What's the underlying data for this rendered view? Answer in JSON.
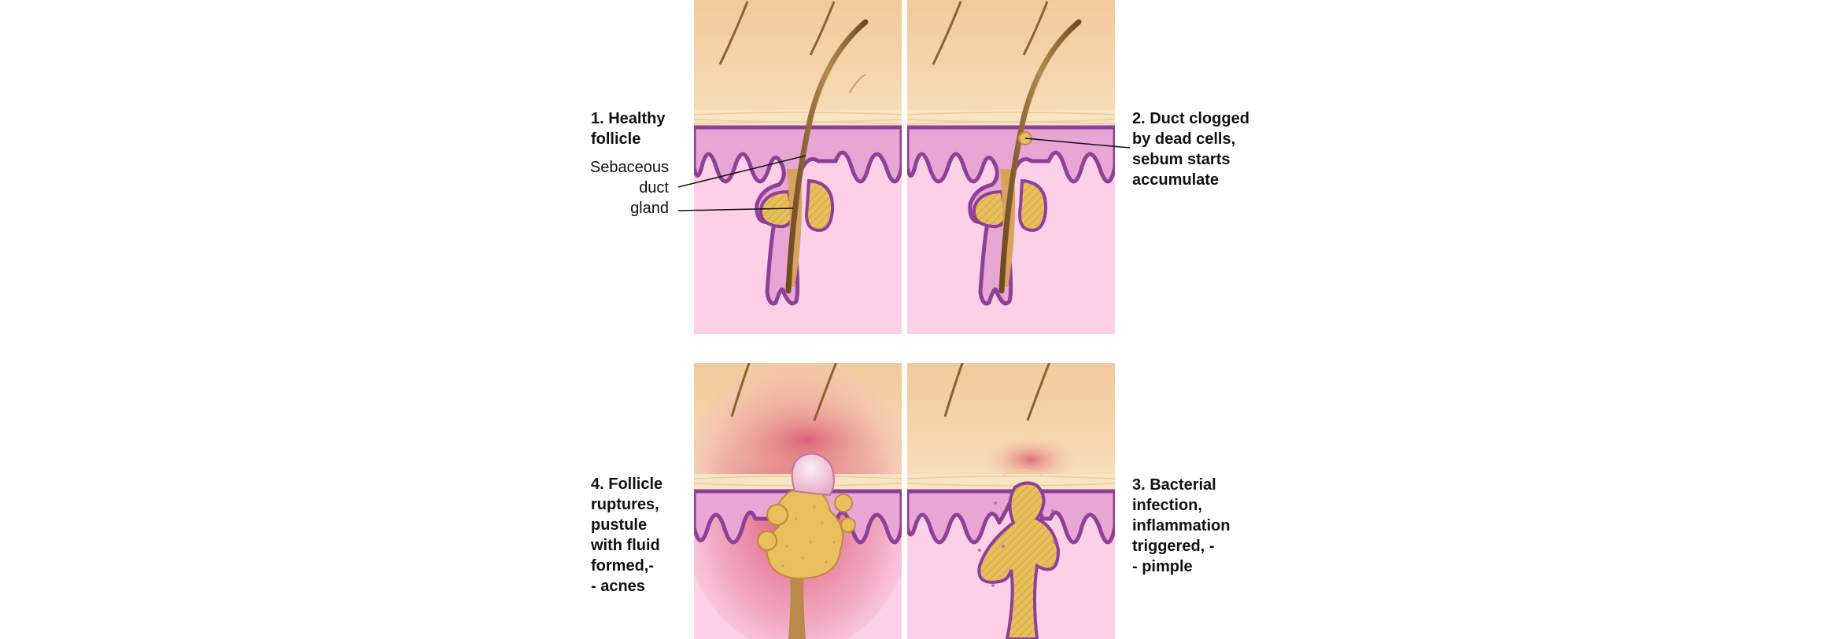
{
  "panels": [
    {
      "id": "healthy",
      "caption": "1. Healthy\nfollicle"
    },
    {
      "id": "clogged",
      "caption": "2. Duct clogged\nby dead cells,\nsebum starts\naccumulate"
    },
    {
      "id": "bacterial",
      "caption": "3. Bacterial\ninfection,\ninflammation\ntriggered, -\n- pimple"
    },
    {
      "id": "rupture",
      "caption": "4. Follicle\nruptures,\npustule\nwith fluid\nformed,-\n- acnes"
    }
  ],
  "annotations": {
    "sebaceous": "Sebaceous",
    "duct": "duct",
    "gland": "gland"
  },
  "colors": {
    "epidermis_top": "#f5d2a6",
    "epidermis_band": "#f9e4c4",
    "dermis": "#fdd0e8",
    "membrane": "#8e3f98",
    "membrane_fill": "#e39ad0",
    "hair": "#8a6230",
    "sebum": "#e8bf5c",
    "inflammation": "#d23a5c"
  }
}
